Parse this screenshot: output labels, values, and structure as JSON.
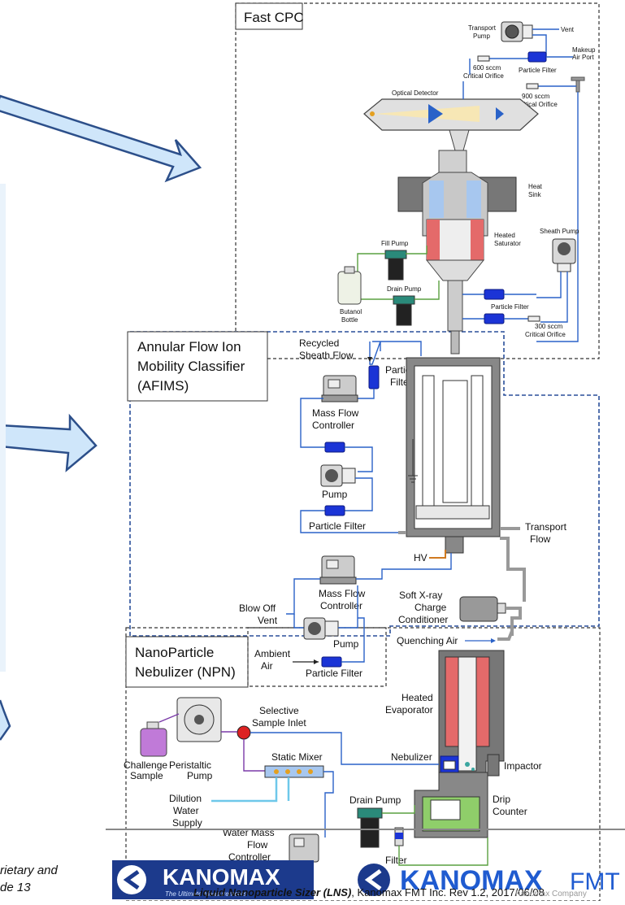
{
  "boxes": {
    "fast_cpc": "Fast CPC",
    "afims": [
      "Annular Flow Ion",
      "Mobility Classifier",
      "(AFIMS)"
    ],
    "npn": [
      "NanoParticle",
      "Nebulizer (NPN)"
    ]
  },
  "cpc": {
    "transport_pump": [
      "Transport",
      "Pump"
    ],
    "vent": "Vent",
    "makeup_air": [
      "Makeup",
      "Air Port"
    ],
    "orifice_600": [
      "600 sccm",
      "Critical Orifice"
    ],
    "particle_filter": "Particle Filter",
    "orifice_900": [
      "900 sccm",
      "Critical Orifice"
    ],
    "optical_detector": "Optical Detector",
    "heat_sink": [
      "Heat",
      "Sink"
    ],
    "heated_saturator": [
      "Heated",
      "Saturator"
    ],
    "sheath_pump": "Sheath Pump",
    "fill_pump": "Fill Pump",
    "drain_pump": "Drain Pump",
    "butanol_bottle": [
      "Butanol",
      "Bottle"
    ],
    "particle_filter_2": "Particle Filter",
    "orifice_300": [
      "300 sccm",
      "Critical Orifice"
    ]
  },
  "afims": {
    "recycled_sheath": [
      "Recycled",
      "Sheath Flow"
    ],
    "particle_filter_top": [
      "Particle",
      "Filter"
    ],
    "mfc": [
      "Mass Flow",
      "Controller"
    ],
    "pump": "Pump",
    "particle_filter": "Particle Filter",
    "transport_flow": [
      "Transport",
      "Flow"
    ],
    "hv": "HV"
  },
  "lower": {
    "mfc": [
      "Mass Flow",
      "Controller"
    ],
    "soft_xray": [
      "Soft X-ray",
      "Charge",
      "Conditioner"
    ],
    "blow_off": [
      "Blow Off",
      "Vent"
    ],
    "pump": "Pump",
    "ambient_air": [
      "Ambient",
      "Air"
    ],
    "particle_filter": "Particle Filter",
    "quenching_air": "Quenching Air",
    "heated_evaporator": [
      "Heated",
      "Evaporator"
    ],
    "selective_inlet": [
      "Selective",
      "Sample Inlet"
    ],
    "challenge_sample": [
      "Challenge",
      "Sample"
    ],
    "peristaltic_pump": [
      "Peristaltic",
      "Pump"
    ],
    "static_mixer": "Static Mixer",
    "nebulizer": "Nebulizer",
    "impactor": "Impactor",
    "dilution_water": [
      "Dilution",
      "Water",
      "Supply"
    ],
    "drain_pump": "Drain Pump",
    "drip_counter": [
      "Drip",
      "Counter"
    ],
    "water_mfc": [
      "Water Mass",
      "Flow",
      "Controller"
    ],
    "filter": "Filter"
  },
  "footer": {
    "left_lines": [
      "rietary and",
      "de 13"
    ],
    "logo_left": "KANOMAX",
    "logo_left_tagline": "The Ultimate Measurements",
    "logo_right": "KANOMAX",
    "logo_right_suffix": "FMT",
    "caption_prefix": "Liquid Nanoparticle Sizer (LNS)",
    "caption_rest": ", Kanomax FMT Inc. Rev 1.2, 2017/06/08",
    "overlay_text": "Kanomax Company"
  },
  "colors": {
    "arrow_fill": "#cfe6fa",
    "arrow_stroke": "#2c4f8a",
    "filter_blue": "#1b34d6",
    "tube_blue": "#2a62c8",
    "tube_green": "#5aa040",
    "heater_red": "#e46a6a",
    "logo_navy": "#1c3a8c",
    "logo_blue": "#1f5bd0"
  }
}
